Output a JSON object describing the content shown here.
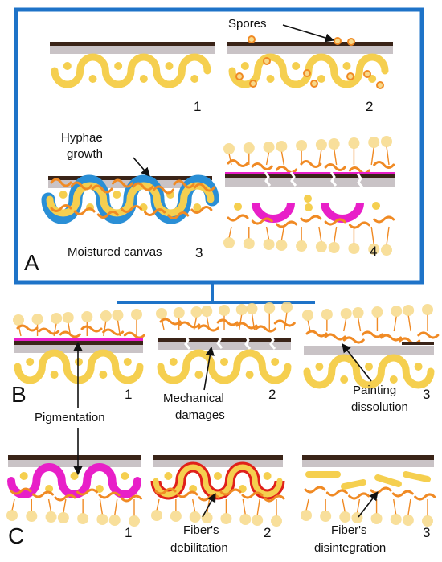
{
  "colors": {
    "frame": "#1e73c8",
    "paint": "#3a2418",
    "ground": "#c9c3c6",
    "fiber": "#f5cf4f",
    "fungus": "#f08a24",
    "spore": "#f7d98a",
    "pigment": "#e81fc8",
    "debilitated": "#e0201a",
    "moisture": "#2a8fd6"
  },
  "panel_a": {
    "letter": "A",
    "stage_1": {
      "number": "1"
    },
    "stage_2": {
      "number": "2",
      "label": "Spores"
    },
    "stage_3": {
      "number": "3",
      "label_line1": "Hyphae",
      "label_line2": "growth",
      "caption": "Moistured canvas"
    },
    "stage_4": {
      "number": "4"
    }
  },
  "panel_b": {
    "letter": "B",
    "stage_1": {
      "number": "1",
      "label": "Pigmentation"
    },
    "stage_2": {
      "number": "2",
      "label_line1": "Mechanical",
      "label_line2": "damages"
    },
    "stage_3": {
      "number": "3",
      "label_line1": "Painting",
      "label_line2": "dissolution"
    }
  },
  "panel_c": {
    "letter": "C",
    "stage_1": {
      "number": "1"
    },
    "stage_2": {
      "number": "2",
      "label_line1": "Fiber's",
      "label_line2": "debilitation"
    },
    "stage_3": {
      "number": "3",
      "label_line1": "Fiber's",
      "label_line2": "disintegration"
    }
  }
}
